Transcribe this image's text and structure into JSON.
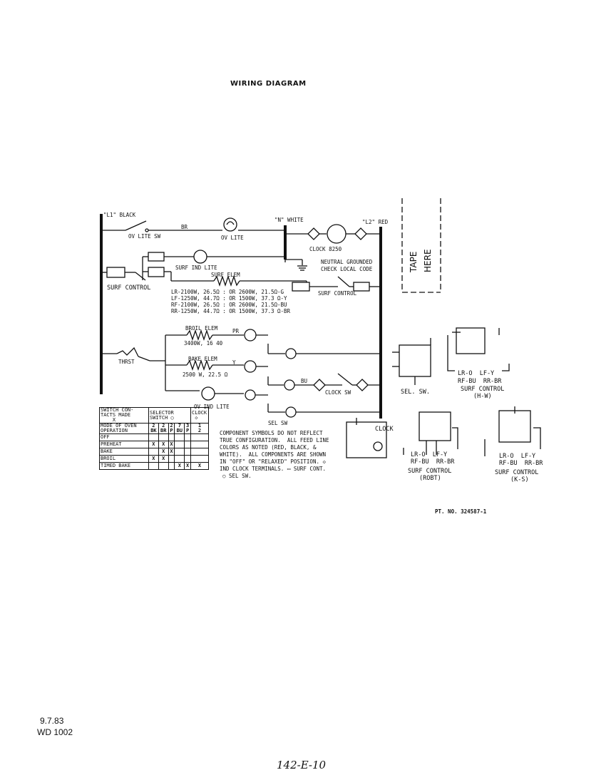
{
  "title": "WIRING DIAGRAM",
  "labels": {
    "l1": "\"L1\" BLACK",
    "n": "\"N\" WHITE",
    "l2": "\"L2\" RED",
    "ov_lite_sw": "OV LITE SW",
    "br": "BR",
    "ov_lite": "OV LITE",
    "clock_8250": "CLOCK 8250",
    "neutral_line1": "NEUTRAL GROUNDED",
    "neutral_line2": "CHECK LOCAL CODE",
    "surf_ind_lite": "SURF IND LITE",
    "surf_elem": "SURF ELEM",
    "surf_control_left": "SURF CONTROL",
    "surf_control_right": "SURF CONTROL",
    "ratings": [
      "LR-2100W, 26.5Ω : OR 2600W, 21.5Ω-G",
      "LF-1250W, 44.7Ω : OR 1500W, 37.3 Ω-Y",
      "RF-2100W, 26.5Ω : OR 2600W, 21.5Ω-BU",
      "RR-1250W, 44.7Ω : OR 1500W, 37.3 Ω-BR"
    ],
    "broil_elem": "BROIL ELEM",
    "broil_rating": "3400W, 16 40",
    "bake_elem": "BAKE ELEM",
    "bake_rating": "2500 W, 22.5 Ω",
    "ov_ind_lite": "OV IND LITE",
    "thrst": "THRST",
    "pr": "PR",
    "y": "Y",
    "bu": "BU",
    "clock_sw": "CLOCK SW",
    "sel_sw_bottom": "SEL SW",
    "clock": "CLOCK",
    "note": [
      "COMPONENT SYMBOLS DO NOT REFLECT",
      "TRUE CONFIGURATION.  ALL FEED LINE",
      "COLORS AS NOTED (RED, BLACK, &",
      "WHITE).  ALL COMPONENTS ARE SHOWN",
      "IN \"OFF\" OR \"RELAXED\" POSITION. ◇",
      "IND CLOCK TERMINALS. ▭ SURF CONT.",
      "○ SEL SW."
    ],
    "sel_sw_detail": "SEL. SW.",
    "hw_lines": [
      "LR-O  LF-Y",
      "RF-BU  RR-BR",
      "SURF CONTROL",
      "(H-W)"
    ],
    "robt_lines": [
      "LR-O  LF-Y",
      "RF-BU  RR-BR",
      "SURF CONTROL",
      "(ROBT)"
    ],
    "ks_lines": [
      "LR-O  LF-Y",
      "RF-BU  RR-BR",
      "SURF CONTROL",
      "(K-S)"
    ],
    "pt_no": "PT. NO. 324587-1",
    "tape": [
      "TAPE",
      "HERE"
    ],
    "footer_date": "9.7.83",
    "footer_code": "WD 1002",
    "handwritten": "142-E-10"
  },
  "table": {
    "h1": "SWITCH CON-",
    "h2": "TACTS MADE",
    "h3": "X",
    "sel_head": "SELECTOR",
    "sel_head2": "SWITCH",
    "clock_head": "CLOCK",
    "mode1": "MODE OF OVEN",
    "mode2": "OPERATION",
    "rows": [
      {
        "name": "OFF",
        "cells": [
          "",
          "",
          "",
          "",
          "",
          ""
        ]
      },
      {
        "name": "PREHEAT",
        "cells": [
          "X",
          "X",
          "X",
          "",
          "",
          ""
        ]
      },
      {
        "name": "BAKE",
        "cells": [
          "",
          "X",
          "X",
          "",
          "",
          ""
        ]
      },
      {
        "name": "BROIL",
        "cells": [
          "X",
          "X",
          "",
          "",
          "",
          ""
        ]
      },
      {
        "name": "TIMED BAKE",
        "cells": [
          "",
          "",
          "",
          "X",
          "X",
          "X"
        ]
      }
    ]
  }
}
